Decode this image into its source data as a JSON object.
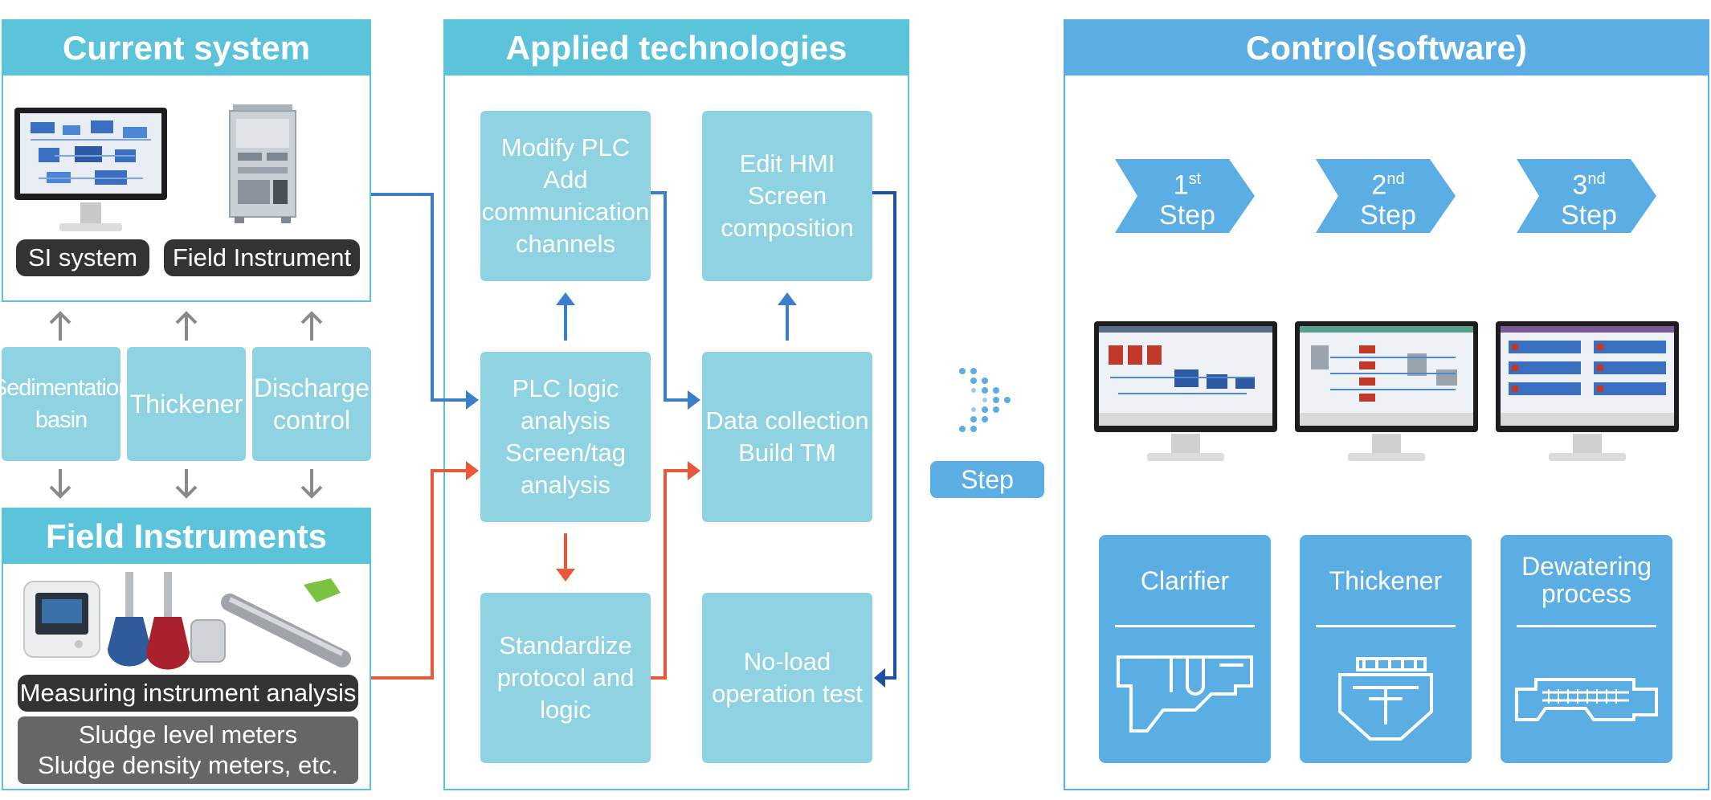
{
  "left": {
    "current_system": {
      "title": "Current system",
      "labels": [
        "SI system",
        "Field Instrument"
      ]
    },
    "processes": [
      "Sedimentation\nbasin",
      "Thickener",
      "Discharge\ncontrol"
    ],
    "field_instruments": {
      "title": "Field Instruments",
      "analysis_label": "Measuring instrument analysis",
      "meters_label": "Sludge level meters\nSludge density meters, etc."
    }
  },
  "middle": {
    "title": "Applied technologies",
    "boxes": {
      "modify_plc": "Modify PLC\nAdd\ncommunication\nchannels",
      "edit_hmi": "Edit HMI\nScreen\ncomposition",
      "plc_logic": "PLC logic\nanalysis\nScreen/tag\nanalysis",
      "data_collection": "Data collection\nBuild TM",
      "standardize": "Standardize\nprotocol and\nlogic",
      "no_load": "No-load\noperation test"
    }
  },
  "step_label": "Step",
  "right": {
    "title": "Control(software)",
    "steps": [
      {
        "num": "1",
        "sup": "st",
        "word": "Step"
      },
      {
        "num": "2",
        "sup": "nd",
        "word": "Step"
      },
      {
        "num": "3",
        "sup": "nd",
        "word": "Step"
      }
    ],
    "processes": [
      "Clarifier",
      "Thickener",
      "Dewatering\nprocess"
    ]
  },
  "colors": {
    "cyan": "#5bc3da",
    "light_box": "#8fd3e2",
    "blue": "#5aaee3",
    "arrow_blue": "#3a7fc8",
    "arrow_dark_blue": "#1e4fa3",
    "arrow_red": "#e8583a",
    "arrow_grey": "#8a8a8a"
  }
}
